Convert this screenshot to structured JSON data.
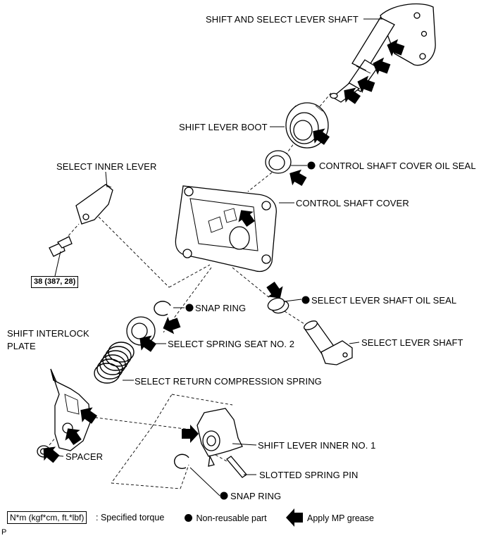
{
  "labels": {
    "shift_select_lever_shaft": "SHIFT AND SELECT LEVER SHAFT",
    "shift_lever_boot": "SHIFT LEVER BOOT",
    "control_shaft_cover_oil_seal": "CONTROL SHAFT COVER OIL SEAL",
    "select_inner_lever": "SELECT INNER LEVER",
    "control_shaft_cover": "CONTROL SHAFT COVER",
    "torque_value": "38 (387, 28)",
    "select_lever_shaft_oil_seal": "SELECT LEVER SHAFT OIL SEAL",
    "snap_ring_upper": "SNAP RING",
    "shift_interlock_plate_line1": "SHIFT INTERLOCK",
    "shift_interlock_plate_line2": "PLATE",
    "select_spring_seat": "SELECT SPRING SEAT NO. 2",
    "select_lever_shaft": "SELECT LEVER SHAFT",
    "select_return_spring": "SELECT RETURN COMPRESSION SPRING",
    "shift_lever_inner": "SHIFT LEVER INNER NO. 1",
    "spacer": "SPACER",
    "slotted_spring_pin": "SLOTTED SPRING PIN",
    "snap_ring_lower": "SNAP RING"
  },
  "legend": {
    "torque_unit_box": "N*m (kgf*cm, ft.*lbf)",
    "torque_desc": ": Specified torque",
    "non_reusable": "Non-reusable part",
    "apply_grease": "Apply MP grease"
  },
  "corner_mark": "P",
  "colors": {
    "ink": "#000000",
    "paper": "#ffffff"
  }
}
